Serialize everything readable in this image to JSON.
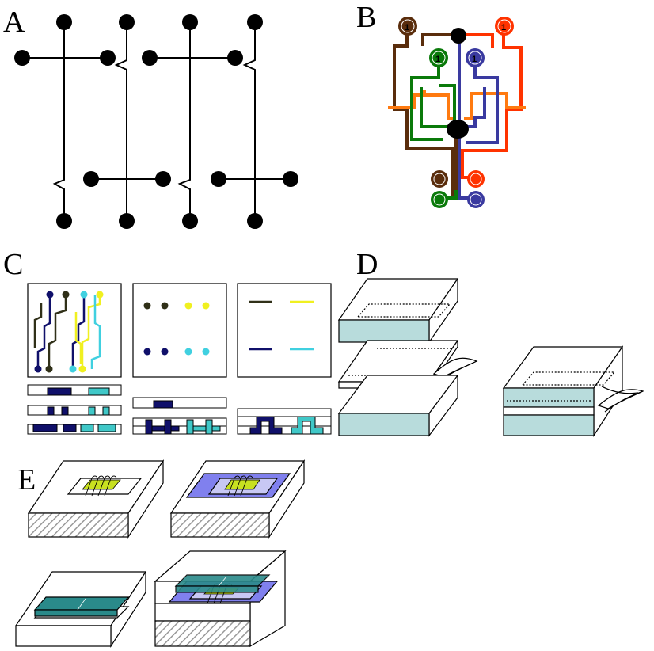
{
  "panels": {
    "a": {
      "label": "A"
    },
    "b": {
      "label": "B"
    },
    "c": {
      "label": "C"
    },
    "d": {
      "label": "D"
    },
    "e": {
      "label": "E"
    }
  },
  "pins": {
    "number": "1"
  },
  "colors": {
    "brown": "#5a2d0c",
    "red": "#ff3300",
    "green": "#0a7a0a",
    "blue": "#3a3aa0",
    "orange": "#ff7a10",
    "navy": "#10106a",
    "olive": "#303018",
    "yellow": "#f0f020",
    "cyan": "#40d0e0",
    "teal_fill": "#b8dcdc",
    "glass_blue": "#8080ee",
    "dark_teal": "#2a8a8a",
    "chip": "#c8e020",
    "hatch": "#999999"
  }
}
